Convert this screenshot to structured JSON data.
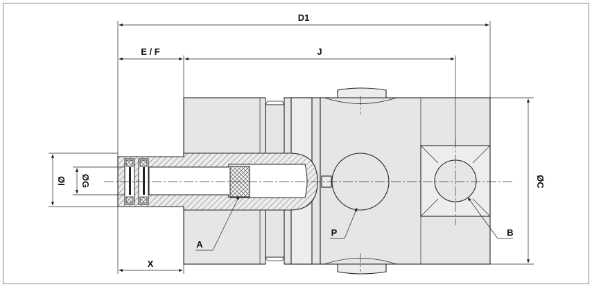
{
  "diagram": {
    "dimensions": {
      "overall_length": "D1",
      "insert_length": "E / F",
      "center_distance": "J",
      "outer_diameter": "ØC",
      "bore_diameter": "ØI",
      "seal_diameter": "ØG",
      "engagement_length": "X"
    },
    "callouts": {
      "a": "A",
      "p": "P",
      "b": "B"
    }
  }
}
